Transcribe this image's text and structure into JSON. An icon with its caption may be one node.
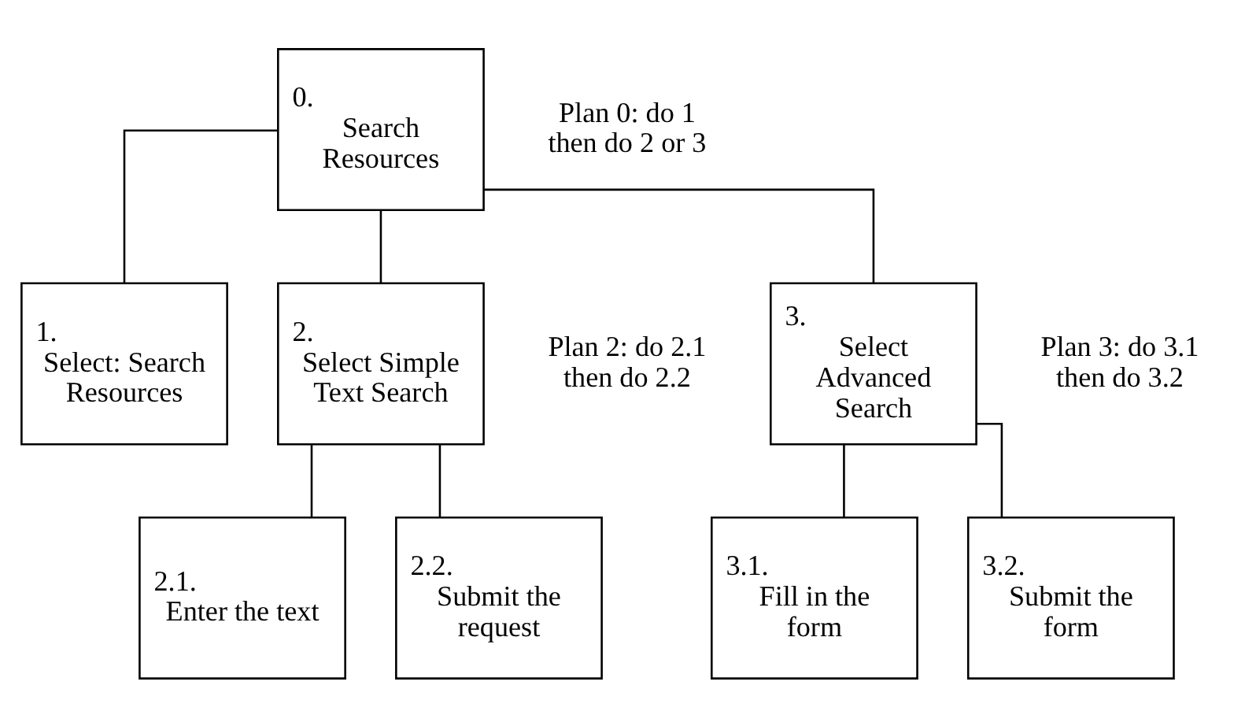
{
  "diagram": {
    "nodes": [
      {
        "text": [
          "0.",
          "Search Resources"
        ],
        "beside": [
          "Plan 0: do 1 then do 2 or 3"
        ]
      },
      {
        "text": [
          "1.",
          "Select: Search Resources"
        ]
      },
      {
        "text": [
          "2.",
          "Select Simple Text Search"
        ],
        "beside": [
          "Plan 2: do 2.1 then do 2.2"
        ]
      },
      {
        "text": [
          "3.",
          "Select Advanced Search"
        ],
        "beside": [
          "Plan 3: do 3.1 then do 3.2"
        ]
      },
      {
        "text": [
          "2.1.",
          "Enter the text"
        ]
      },
      {
        "text": [
          "2.2.",
          "Submit the request"
        ]
      },
      {
        "text": [
          "3.1.",
          "Fill in the form"
        ]
      },
      {
        "text": [
          "3.2.",
          "Submit the form"
        ]
      }
    ],
    "edges": [
      {
        "from": 0,
        "to": 1,
        "arrow": "none"
      },
      {
        "from": 0,
        "to": 2,
        "arrow": "none"
      },
      {
        "from": 0,
        "to": 3,
        "arrow": "none"
      },
      {
        "from": 2,
        "to": 4,
        "arrow": "none"
      },
      {
        "from": 2,
        "to": 5,
        "arrow": "none"
      },
      {
        "from": 3,
        "to": 6,
        "arrow": "none"
      },
      {
        "from": 3,
        "to": 7,
        "arrow": "none"
      }
    ]
  }
}
